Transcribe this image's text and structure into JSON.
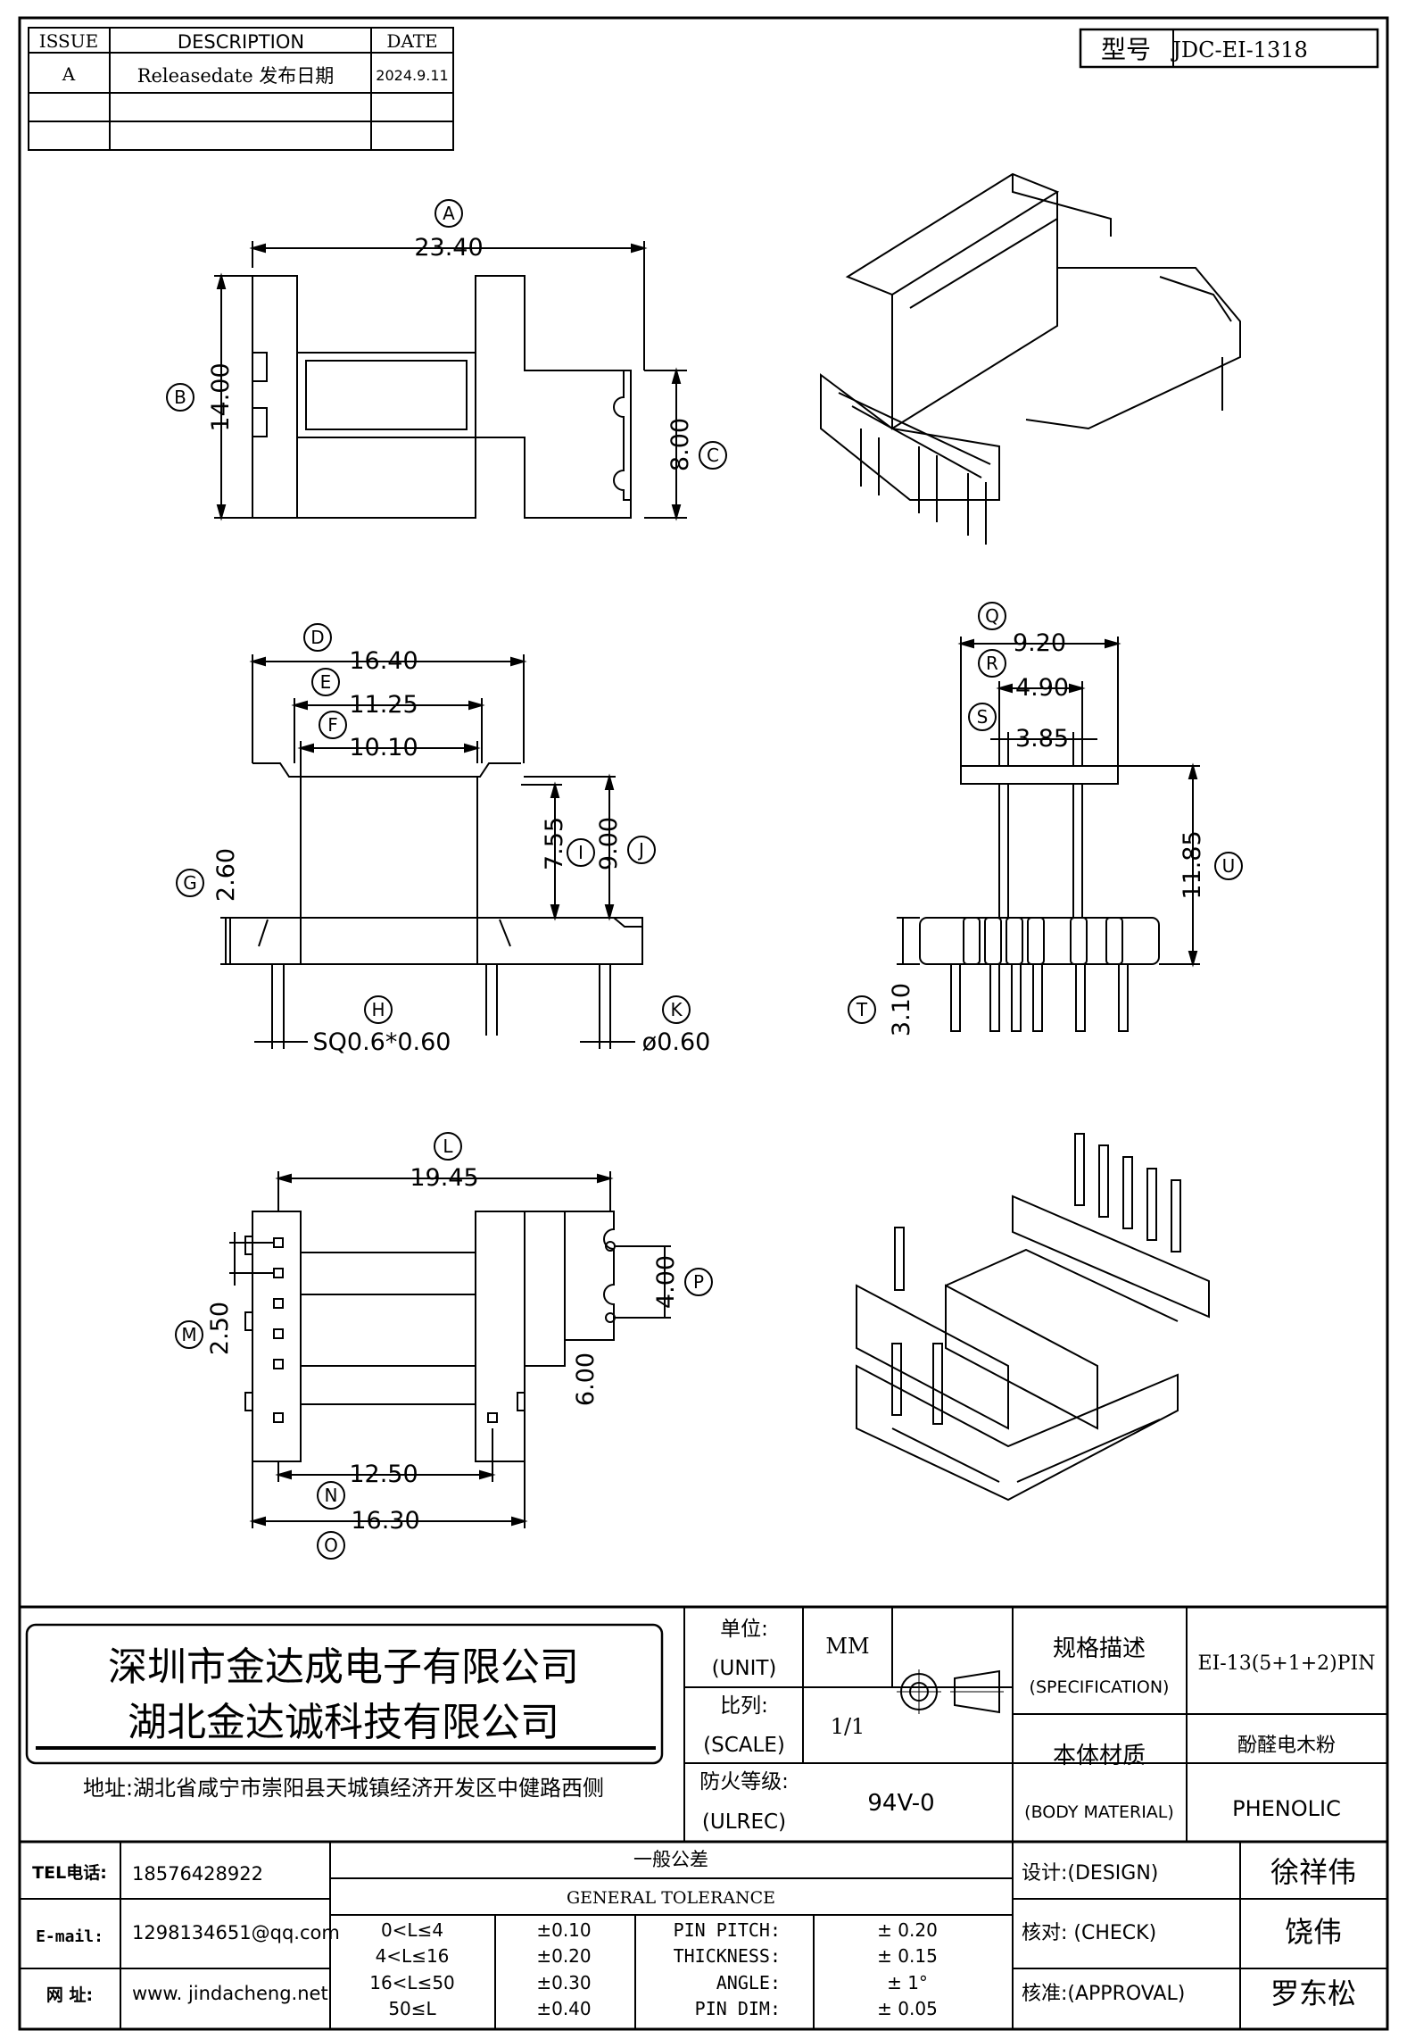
{
  "revision_table": {
    "headers": [
      "ISSUE",
      "DESCRIPTION",
      "DATE"
    ],
    "rows": [
      {
        "issue": "A",
        "description": "Releasedate 发布日期",
        "date": "2024.9.11"
      },
      {
        "issue": "",
        "description": "",
        "date": ""
      },
      {
        "issue": "",
        "description": "",
        "date": ""
      }
    ]
  },
  "model": {
    "label": "型号",
    "value": "JDC-EI-1318"
  },
  "dimensions": {
    "A": "23.40",
    "B": "14.00",
    "C": "8.00",
    "D": "16.40",
    "E": "11.25",
    "F": "10.10",
    "G": "2.60",
    "H": "SQ0.6*0.60",
    "I": "7.55",
    "J": "9.00",
    "K": "ø0.60",
    "Q": "9.20",
    "R": "4.90",
    "S": "3.85",
    "T": "3.10",
    "U": "11.85",
    "L": "19.45",
    "M": "2.50",
    "N": "12.50",
    "O": "16.30",
    "P": "4.00",
    "extra": "6.00"
  },
  "company": {
    "name1": "深圳市金达成电子有限公司",
    "name2": "湖北金达诚科技有限公司",
    "address": "地址:湖北省咸宁市崇阳县天城镇经济开发区中健路西侧"
  },
  "spec_block": {
    "unit_cn": "单位:",
    "unit_en": "(UNIT)",
    "unit_value": "MM",
    "scale_cn": "比列:",
    "scale_en": "(SCALE)",
    "scale_value": "1/1",
    "ul_cn": "防火等级:",
    "ul_en": "(ULREC)",
    "ul_value": "94V-0",
    "spec_cn": "规格描述",
    "spec_en": "(SPECIFICATION)",
    "spec_value": "EI-13(5+1+2)PIN",
    "material_cn": "本体材质",
    "material_en": "(BODY MATERIAL)",
    "material_value_cn": "酚醛电木粉",
    "material_value_en": "PHENOLIC"
  },
  "contact": {
    "tel_label": "TEL电话:",
    "tel": "18576428922",
    "email_label": "E-mail:",
    "email": "1298134651@qq.com",
    "web_label": "网    址:",
    "web": "www. jindacheng.net"
  },
  "tolerance": {
    "title_cn": "一般公差",
    "title_en": "GENERAL  TOLERANCE",
    "ranges": [
      {
        "range": "0<L≤4",
        "tol": "±0.10"
      },
      {
        "range": "4<L≤16",
        "tol": "±0.20"
      },
      {
        "range": "16<L≤50",
        "tol": "±0.30"
      },
      {
        "range": "50≤L",
        "tol": "±0.40"
      }
    ],
    "items": [
      {
        "label": "PIN PITCH:",
        "value": "±  0.20"
      },
      {
        "label": "THICKNESS:",
        "value": "±  0.15"
      },
      {
        "label": "ANGLE:",
        "value": "±  1°"
      },
      {
        "label": "PIN DIM:",
        "value": "±  0.05"
      }
    ]
  },
  "approvals": {
    "design_label": "设计:(DESIGN)",
    "design": "徐祥伟",
    "check_label": "核对: (CHECK)",
    "check": "饶伟",
    "approval_label": "核准:(APPROVAL)",
    "approval": "罗东松"
  }
}
